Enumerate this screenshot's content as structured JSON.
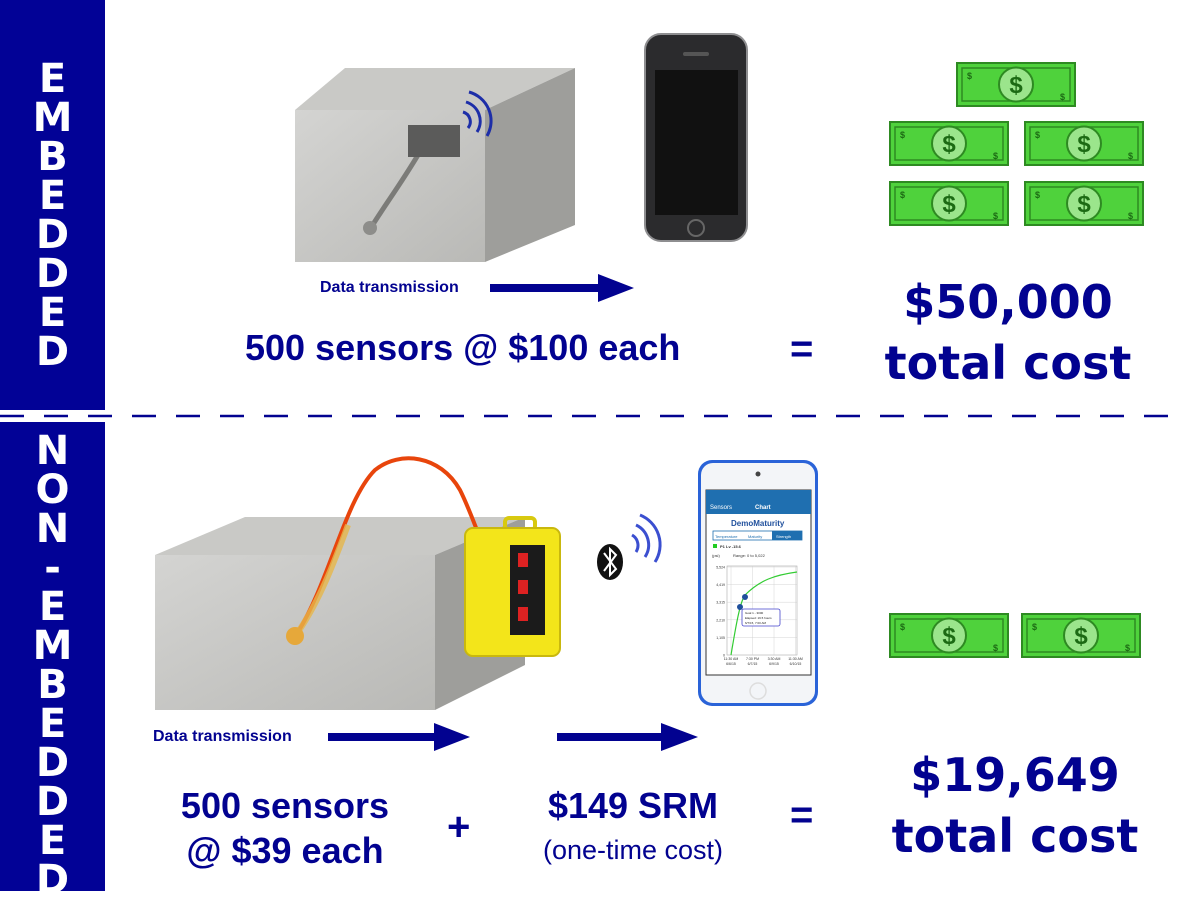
{
  "sidebar": {
    "top_label": [
      "E",
      "M",
      "B",
      "E",
      "D",
      "D",
      "E",
      "D"
    ],
    "bottom_label": [
      "N",
      "O",
      "N",
      "-",
      "E",
      "M",
      "B",
      "E",
      "D",
      "D",
      "E",
      "D"
    ],
    "color": "#020296"
  },
  "embedded": {
    "transmission_label": "Data transmission",
    "equation": "500 sensors  @ $100 each",
    "equals": "=",
    "total": "$50,000",
    "total_suffix": "total cost",
    "bill_count": 5
  },
  "non_embedded": {
    "transmission_label": "Data transmission",
    "sensors_line1": "500 sensors",
    "sensors_line2": "@ $39 each",
    "plus": "+",
    "srm_line1": "$149 SRM",
    "srm_line2": "(one-time cost)",
    "equals": "=",
    "total": "$19,649",
    "total_suffix": "total cost",
    "bill_count": 2
  },
  "ipod_screen": {
    "back": "Sensors",
    "title": "Chart",
    "app_name": "DemoMaturity",
    "tabs": [
      "Temperature",
      "Maturity",
      "Strength"
    ],
    "legend": "P1 Lv -15.6",
    "unit": "(psi)",
    "range": "Range: 0 to 5,022",
    "y_ticks": [
      "5,524",
      "4,419",
      "3,315",
      "2,210",
      "1,105",
      "0"
    ],
    "x_ticks": [
      "11:30 AM 6/6/15",
      "7:30 PM 6/7/15",
      "3:30 AM 6/9/15",
      "11:30 AM 6/10/15"
    ],
    "tooltip": [
      "Goal 1 - 3000",
      "Elapsed: 19.5 hours",
      "6/7/15, 7:00 AM"
    ]
  },
  "colors": {
    "navy": "#020290",
    "bill_green": "#4fd23c",
    "cable": "#e8450c",
    "device_yellow": "#f3e51a",
    "ipod_blue": "#2a63d8"
  }
}
